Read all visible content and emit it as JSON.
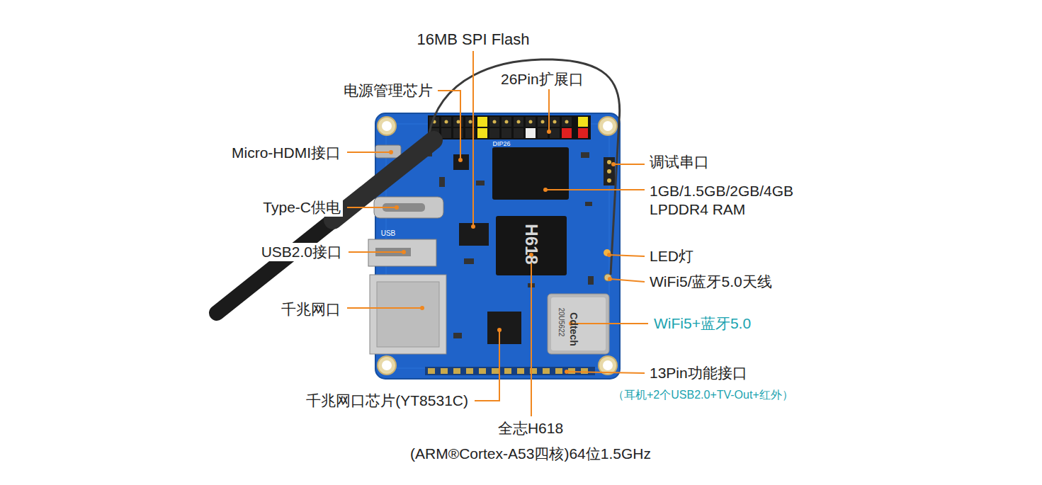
{
  "diagram": {
    "labels": [
      "16MB SPI Flash",
      "电源管理芯片",
      "26Pin扩展口",
      "Micro-HDMI接口",
      "调试串口",
      "1GB/1.5GB/2GB/4GB LPDDR4 RAM",
      "Type-C供电",
      "USB2.0接口",
      "LED灯",
      "WiFi5/蓝牙5.0天线",
      "千兆网口",
      "WiFi5+蓝牙5.0",
      "13Pin功能接口",
      "（耳机+2个USB2.0+TV-Out+红外）",
      "千兆网口芯片(YT8531C)",
      "全志H618",
      "(ARM®Cortex-A53四核)64位1.5GHz",
      "H618",
      "USB",
      "DIP26",
      "Cdtech",
      "20U5622"
    ]
  }
}
